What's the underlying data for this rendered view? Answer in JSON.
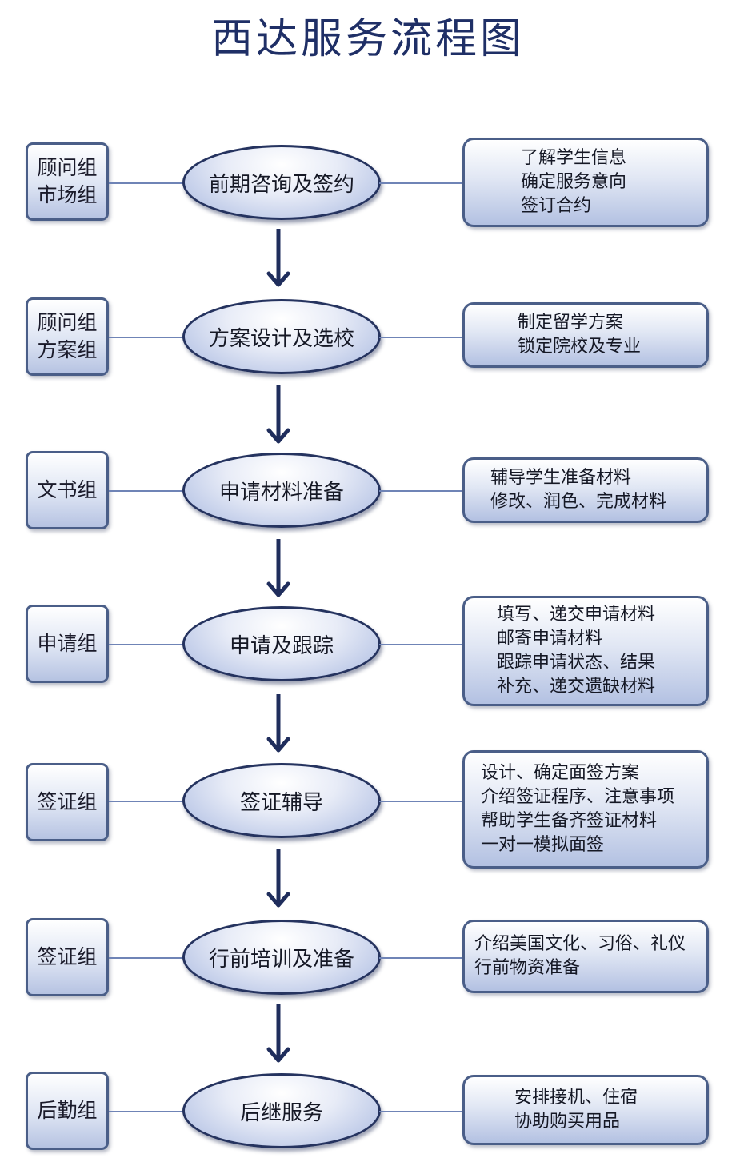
{
  "title": "西达服务流程图",
  "stages": [
    {
      "team": [
        "顾问组",
        "市场组"
      ],
      "step": "前期咨询及签约",
      "details": [
        "了解学生信息",
        "确定服务意向",
        "签订合约"
      ]
    },
    {
      "team": [
        "顾问组",
        "方案组"
      ],
      "step": "方案设计及选校",
      "details": [
        "制定留学方案",
        "锁定院校及专业"
      ]
    },
    {
      "team": [
        "文书组"
      ],
      "step": "申请材料准备",
      "details": [
        "辅导学生准备材料",
        "修改、润色、完成材料"
      ]
    },
    {
      "team": [
        "申请组"
      ],
      "step": "申请及跟踪",
      "details": [
        "填写、递交申请材料",
        "邮寄申请材料",
        "跟踪申请状态、结果",
        "补充、递交遗缺材料"
      ]
    },
    {
      "team": [
        "签证组"
      ],
      "step": "签证辅导",
      "details": [
        "设计、确定面签方案",
        "介绍签证程序、注意事项",
        "帮助学生备齐签证材料",
        "一对一模拟面签"
      ]
    },
    {
      "team": [
        "签证组"
      ],
      "step": "行前培训及准备",
      "details": [
        "介绍美国文化、习俗、礼仪",
        "行前物资准备"
      ]
    },
    {
      "team": [
        "后勤组"
      ],
      "step": "后继服务",
      "details": [
        "安排接机、住宿",
        "协助购买用品"
      ]
    }
  ],
  "colors": {
    "title": "#1f2f66",
    "arrow": "#1f2d5c",
    "connector": "#6f84b6"
  }
}
